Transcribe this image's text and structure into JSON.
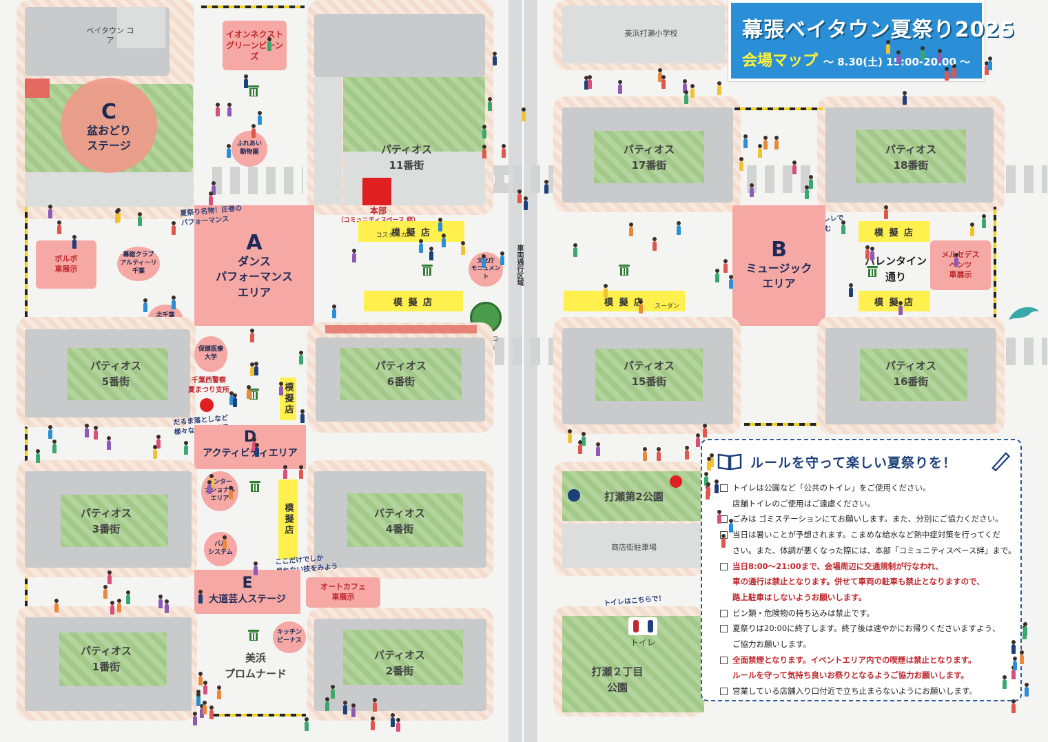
{
  "title": {
    "main": "幕張ベイタウン夏祭り2025",
    "sub": "会場マップ",
    "date": "～ 8.30(土) 15:00-20:00 ～"
  },
  "areas": {
    "a": {
      "letter": "A",
      "name": "ダンス\nパフォーマンス\nエリア"
    },
    "b": {
      "letter": "B",
      "name": "ミュージック\nエリア"
    },
    "c": {
      "letter": "C",
      "name": "盆おどり\nステージ"
    },
    "d": {
      "letter": "D",
      "name": "アクティビティエリア"
    },
    "e": {
      "letter": "E",
      "name": "大道芸人ステージ"
    }
  },
  "blocks": {
    "p1": "パティオス\n1番街",
    "p2": "パティオス\n2番街",
    "p3": "パティオス\n3番街",
    "p4": "パティオス\n4番街",
    "p5": "パティオス\n5番街",
    "p6": "パティオス\n6番街",
    "p11": "パティオス\n11番街",
    "p15": "パティオス\n15番街",
    "p16": "パティオス\n16番街",
    "p17": "パティオス\n17番街",
    "p18": "パティオス\n18番街",
    "park2": "打瀬第2公園",
    "parking": "商店街駐車場",
    "park2chome": "打瀬２丁目\n公園",
    "school": "美浜打瀬小学校",
    "baytown_core": "ベイタウン\nコア",
    "promenade": "美浜\nプロムナード",
    "valentine": "バレンタイン\n通り",
    "road_closed": "車両通行区域"
  },
  "booths": {
    "aeon": "イオンネクスト\nグリーンビーンズ",
    "volvo": "ボルボ\n車展示",
    "mercedes": "メルセデス\nベンツ\n車展示",
    "autocafe": "オートカフェ\n車展示",
    "mock": "模 擬 店",
    "mock_v": "模擬店",
    "hq": "本部",
    "hq_sub": "（コミュニティスペース 絆）",
    "police": "千葉西警察\n夏まつり支所",
    "toilet": "トイレ",
    "glico": "グリスロ\n試乗会",
    "costa_rica": "コスタリカ",
    "sudan": "スーダン"
  },
  "circles": {
    "fureai": "ふれあい\n動物園",
    "makuso": "幕総クラブ\nアルティーリ千葉",
    "kitachiba": "北千葉\n整形",
    "hoken": "保健医療\n大学",
    "bunka": "文化庁\nモニュメント",
    "international": "インター\nナショナル\nエリア",
    "baru": "バル\nシステム",
    "kitchen": "キッチン\nビーナス"
  },
  "notes": {
    "a": "夏祭り名物！圧巻の\nパフォーマンス",
    "b": "ジャズやウクレレで\n夏祭りを楽しむ",
    "d": "だるま落としなど\n様々な遊びも用意",
    "e": "ここだけでしか\n見れない技をみよう",
    "toilet": "トイレはこちらで！"
  },
  "rules": {
    "title": "ルールを守って楽しい夏祭りを！",
    "items": [
      {
        "text": "トイレは公園など「公共のトイレ」をご使用ください。",
        "red": false,
        "cont": false
      },
      {
        "text": "店舗トイレのご使用はご遠慮ください。",
        "red": false,
        "cont": true
      },
      {
        "text": "ごみは ゴミステーションにてお願いします。また、分別にご協力ください。",
        "red": false,
        "cont": false
      },
      {
        "text": "当日は暑いことが予想されます。こまめな給水など熱中症対策を行ってくだ",
        "red": false,
        "cont": false
      },
      {
        "text": "さい。また、体調が悪くなった際には、本部「コミュニティスペース絆」まで。",
        "red": false,
        "cont": true
      },
      {
        "text": "当日8:00～21:00まで、会場周辺に交通規制が行なわれ、",
        "red": true,
        "cont": false
      },
      {
        "text": "車の通行は禁止となります。併せて車両の駐車も禁止となりますので、",
        "red": true,
        "cont": true
      },
      {
        "text": "路上駐車はしないようお願いします。",
        "red": true,
        "cont": true
      },
      {
        "text": "ビン類・危険物の持ち込みは禁止です。",
        "red": false,
        "cont": false
      },
      {
        "text": "夏祭りは20:00に終了します。終了後は速やかにお帰りくださいますよう、",
        "red": false,
        "cont": false
      },
      {
        "text": "ご協力お願いします。",
        "red": false,
        "cont": true
      },
      {
        "text": "全面禁煙となります。イベントエリア内での喫煙は禁止となります。",
        "red": true,
        "cont": false
      },
      {
        "text": "ルールを守って気持ち良いお祭りとなるようご協力お願いします。",
        "red": true,
        "cont": true
      },
      {
        "text": "営業している店舗入り口付近で立ち止まらないようにお願いします。",
        "red": false,
        "cont": false
      }
    ]
  },
  "colors": {
    "area_pink": "#f5a8a4",
    "booth_yellow": "#fff04d",
    "title_blue": "#2a8fd6",
    "lawn_green": "#a3c98a",
    "hq_red": "#e02020",
    "navy_text": "#1d2a55"
  },
  "icons": [
    "trash-icon",
    "book-icon",
    "pen-icon",
    "toilet-icon",
    "car-icon",
    "dolphin-icon"
  ]
}
